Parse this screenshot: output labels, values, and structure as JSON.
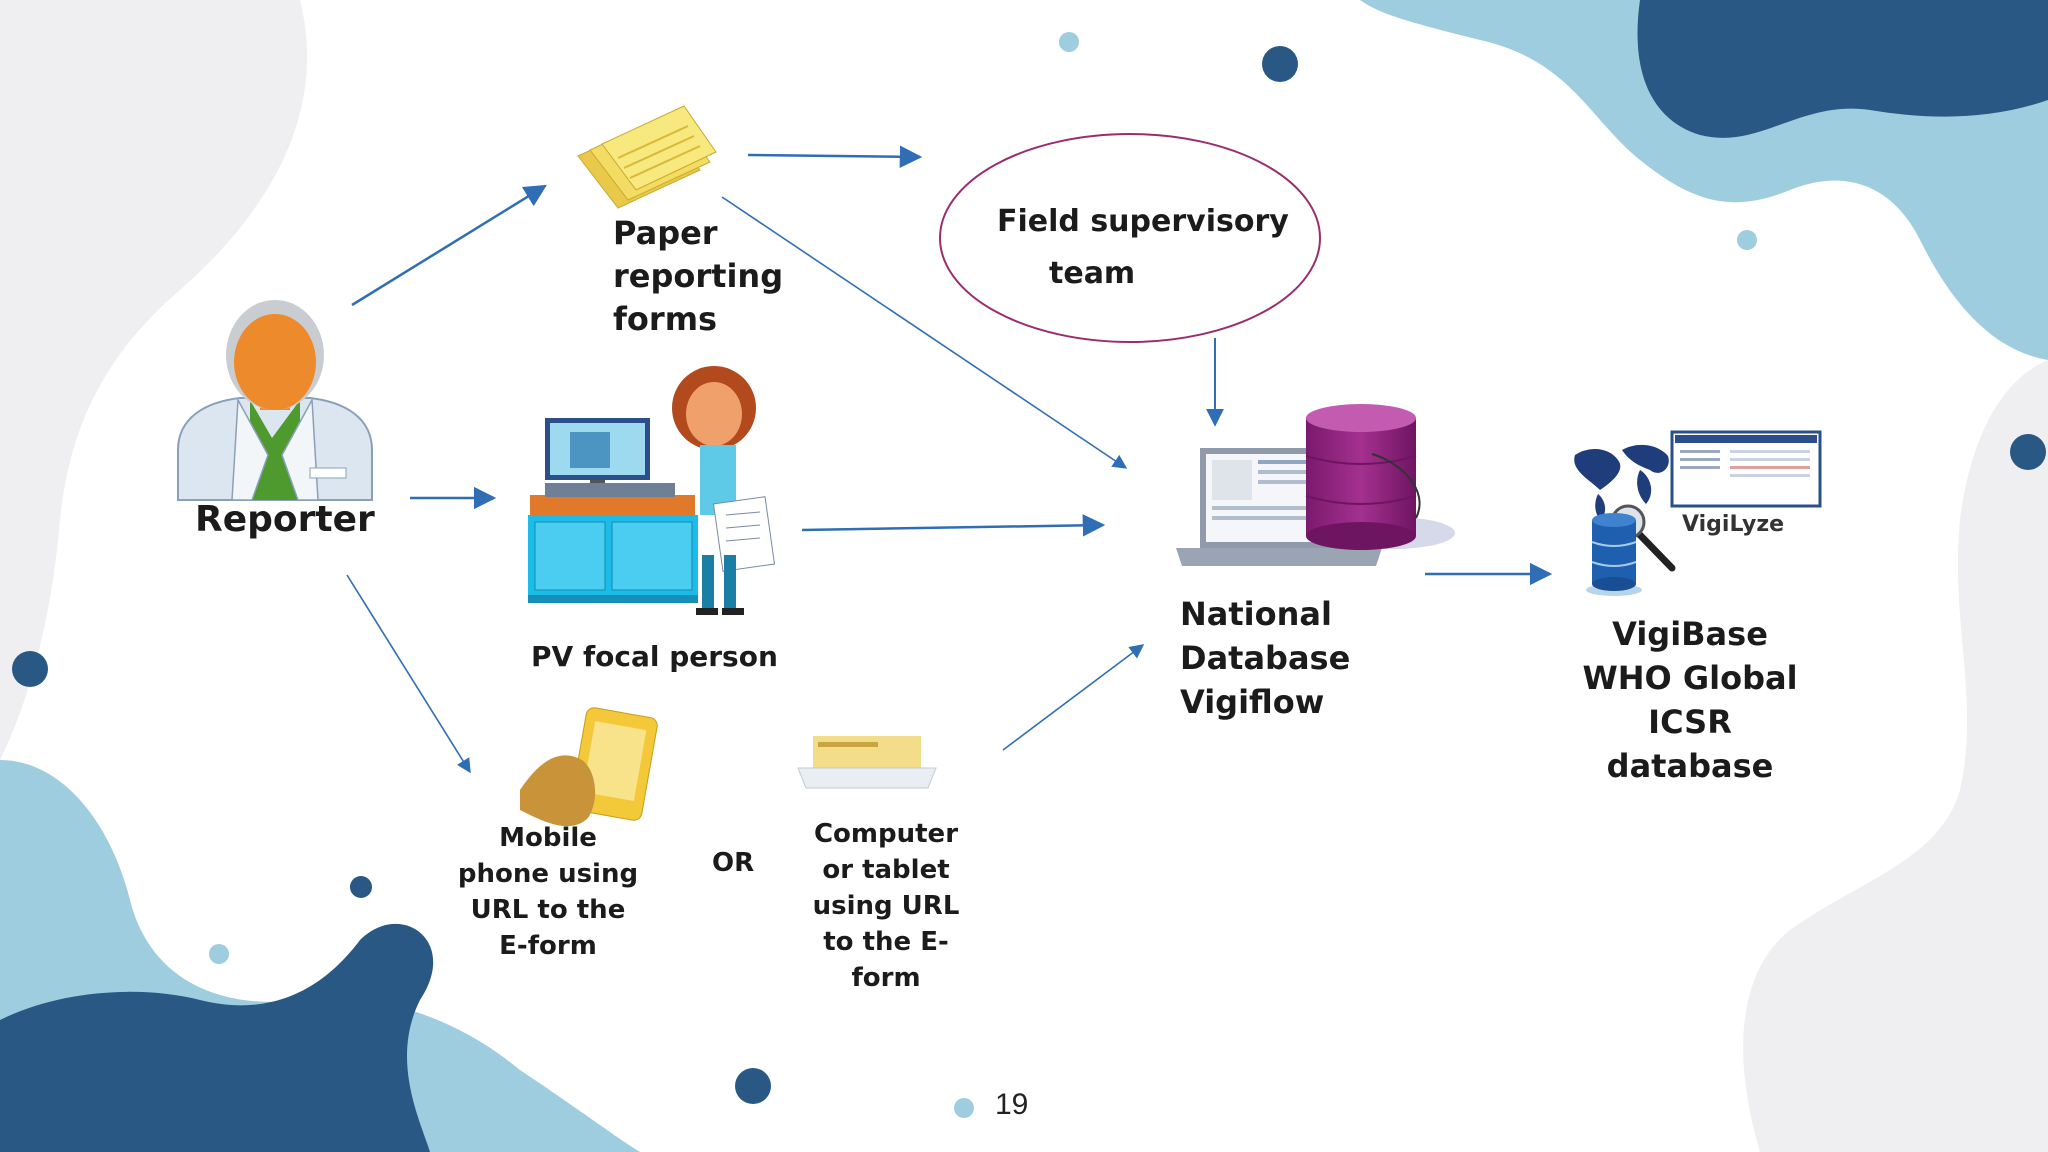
{
  "colors": {
    "dark_blue": "#2a5885",
    "light_blue": "#9fcde0",
    "light_gray": "#efeff1",
    "arrow": "#2f6eb5",
    "ellipse": "#9b2d6f",
    "db_purple": "#8e1f7e"
  },
  "icons": [
    "reporter-icon",
    "paper-forms-icon",
    "pv-focal-person-icon",
    "mobile-phone-icon",
    "computer-tablet-icon",
    "laptop-icon",
    "database-icon",
    "globe-map-icon",
    "vigilyze-screen-icon",
    "magnifier-icon"
  ],
  "diagram": {
    "reporter": "Reporter",
    "paper_forms": [
      "Paper",
      "reporting",
      "forms"
    ],
    "field_team": [
      "Field supervisory",
      "team"
    ],
    "pv_focal": "PV focal person",
    "mobile": [
      "Mobile",
      "phone using",
      "URL to the",
      "E-form"
    ],
    "or": "OR",
    "computer": [
      "Computer",
      "or tablet",
      "using URL",
      "to the E-",
      "form"
    ],
    "national": [
      "National",
      "Database",
      "Vigiflow"
    ],
    "vigilyze": "VigiLyze",
    "vigibase": [
      "VigiBase",
      "WHO Global",
      "ICSR",
      "database"
    ]
  },
  "page_number": "19"
}
